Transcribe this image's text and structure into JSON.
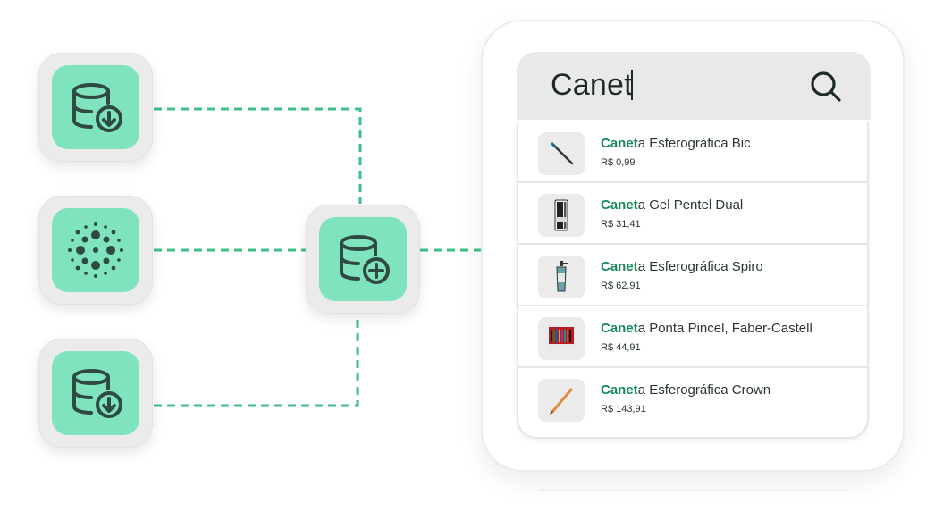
{
  "search": {
    "query": "Canet",
    "icon": "search-icon"
  },
  "results": [
    {
      "highlight": "Canet",
      "rest": "a Esferográfica Bic",
      "price": "R$ 0,99"
    },
    {
      "highlight": "Canet",
      "rest": "a Gel Pentel Dual",
      "price": "R$ 31,41"
    },
    {
      "highlight": "Canet",
      "rest": "a Esferográfica Spiro",
      "price": "R$ 62,91"
    },
    {
      "highlight": "Canet",
      "rest": "a Ponta Pincel, Faber-Castell",
      "price": "R$ 44,91"
    },
    {
      "highlight": "Canet",
      "rest": "a Esferográfica Crown",
      "price": "R$ 143,91"
    }
  ],
  "colors": {
    "accent": "#7fe3bd",
    "highlight": "#188a5a",
    "connector": "#3fbf88",
    "icon_stroke": "#2f4a42"
  },
  "nodes": {
    "sources": [
      "database-download-icon",
      "dot-cluster-icon",
      "database-download-icon"
    ],
    "hub": "database-add-icon"
  }
}
